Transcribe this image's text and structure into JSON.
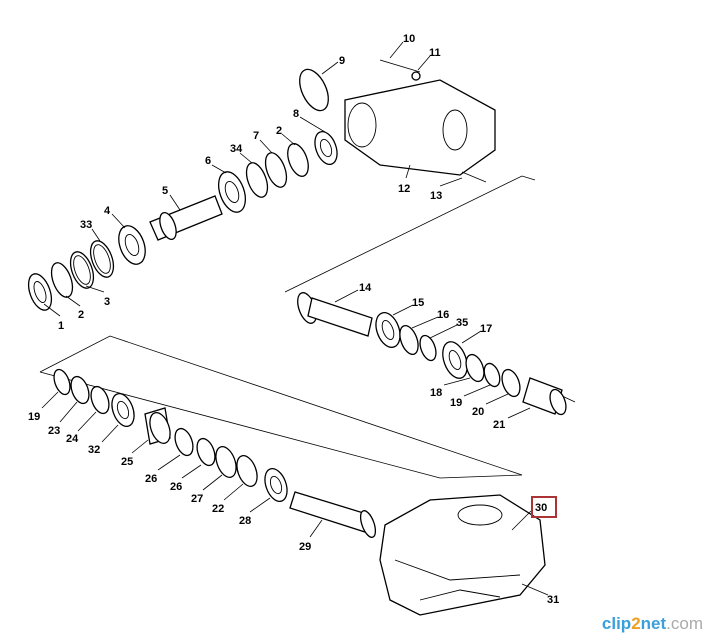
{
  "diagram_title": "",
  "labels": [
    "10",
    "11",
    "9",
    "8",
    "2",
    "7",
    "34",
    "6",
    "5",
    "4",
    "33",
    "1",
    "2",
    "3",
    "12",
    "13",
    "14",
    "15",
    "16",
    "35",
    "17",
    "18",
    "19",
    "20",
    "21",
    "19",
    "23",
    "24",
    "32",
    "25",
    "26",
    "26",
    "27",
    "22",
    "28",
    "29",
    "30",
    "31"
  ],
  "highlighted_part": "30",
  "highlight_color": "#a33333",
  "watermark": {
    "part1": "clip",
    "part2": "2",
    "part3": "net",
    ".com": ".com"
  }
}
